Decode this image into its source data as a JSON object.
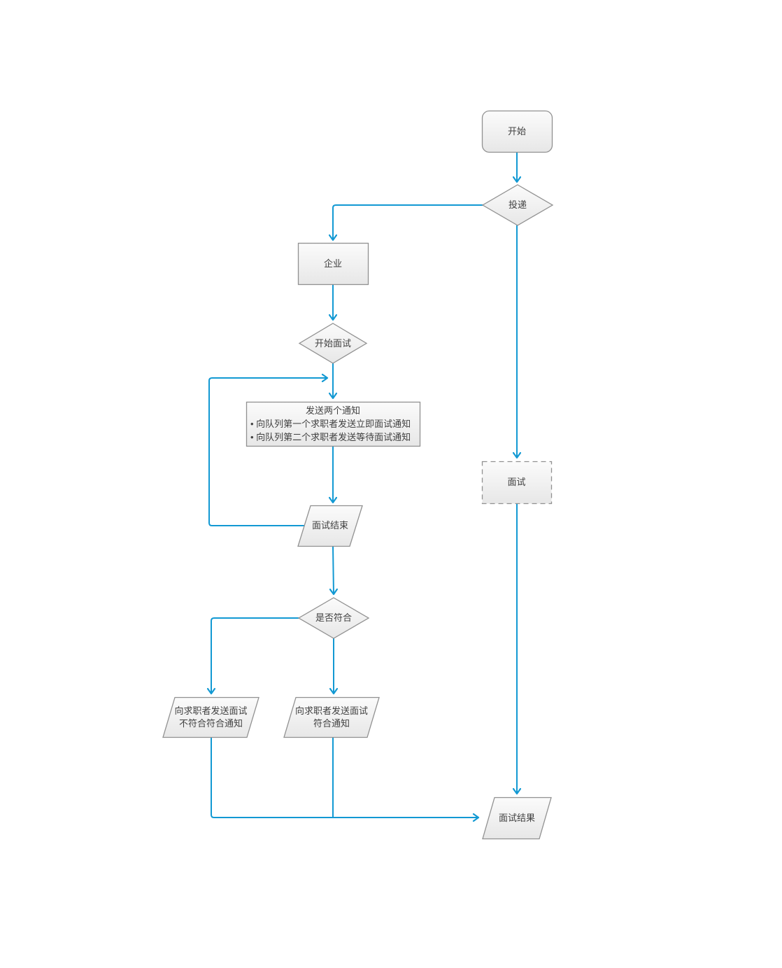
{
  "diagram": {
    "description": "interview process flowchart",
    "colors": {
      "connector": "#1299d3",
      "node_border": "#919191",
      "node_fill_top": "#fbfbfb",
      "node_fill_bottom": "#e7e7e7",
      "text": "#404040",
      "canvas_background": "#ffffff"
    },
    "nodes": {
      "start": {
        "type": "terminator",
        "label": "开始"
      },
      "deliver": {
        "type": "decision",
        "label": "投递"
      },
      "enterprise": {
        "type": "process",
        "label": "企业"
      },
      "start_interview": {
        "type": "decision",
        "label": "开始面试"
      },
      "send_notices": {
        "type": "process",
        "title": "发送两个通知",
        "bullets": [
          "• 向队列第一个求职者发送立即面试通知",
          "• 向队列第二个求职者发送等待面试通知"
        ]
      },
      "interview": {
        "type": "process-dashed",
        "label": "面试"
      },
      "interview_end": {
        "type": "io",
        "label": "面试结束"
      },
      "is_match": {
        "type": "decision",
        "label": "是否符合"
      },
      "notify_not_match": {
        "type": "io",
        "lines": [
          "向求职者发送面试",
          "不符合符合通知"
        ]
      },
      "notify_match": {
        "type": "io",
        "lines": [
          "向求职者发送面试",
          "符合通知"
        ]
      },
      "interview_result": {
        "type": "io",
        "label": "面试结果"
      }
    }
  }
}
